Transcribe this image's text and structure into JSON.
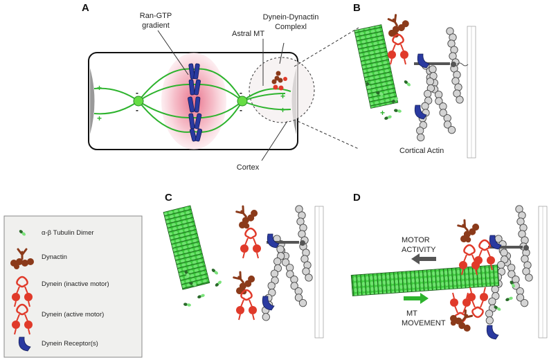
{
  "panels": {
    "a": "A",
    "b": "B",
    "c": "C",
    "d": "D"
  },
  "panel_a": {
    "ran_gtp_line1": "Ran-GTP",
    "ran_gtp_line2": "gradient",
    "astral_mt": "Astral MT",
    "dynein_line1": "Dynein-Dynactin",
    "dynein_line2": "Complexl",
    "cortex": "Cortex",
    "plus": "+",
    "minus": "-"
  },
  "panel_b": {
    "cortical_actin": "Cortical Actin",
    "plus": "+"
  },
  "panel_d": {
    "motor_line1": "MOTOR",
    "motor_line2": "ACTIVITY",
    "mt_line1": "MT",
    "mt_line2": "MOVEMENT"
  },
  "legend": {
    "items": [
      {
        "label": "α-β Tubulin Dimer",
        "icon": "tubulin-dimer-icon"
      },
      {
        "label": "Dynactin",
        "icon": "dynactin-icon"
      },
      {
        "label": "Dynein (inactive motor)",
        "icon": "dynein-inactive-icon"
      },
      {
        "label": "Dynein (active motor)",
        "icon": "dynein-active-icon"
      },
      {
        "label": "Dynein Receptor(s)",
        "icon": "dynein-receptor-icon"
      }
    ]
  },
  "colors": {
    "microtubule": "#3cc83c",
    "microtubule_dark": "#1a5a1a",
    "dynein": "#e03a2a",
    "dynactin": "#8b3a1a",
    "receptor": "#2a3a9a",
    "actin": "#cfcfcf",
    "ran_gradient": "#f2a6b4",
    "chromosome": "#2a3aa0",
    "legend_bg": "#f0f0ee"
  }
}
